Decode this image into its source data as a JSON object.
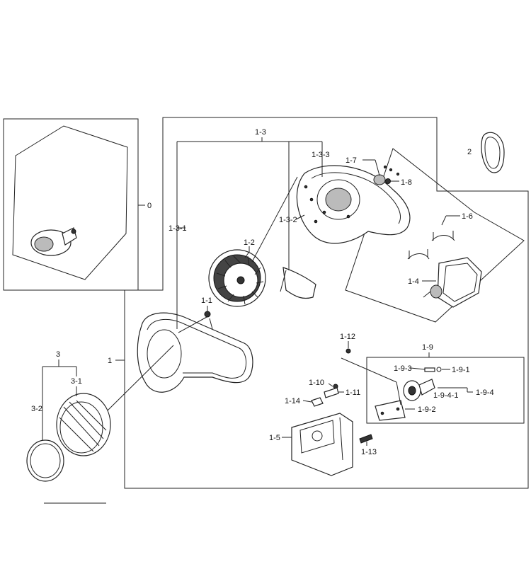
{
  "labels": {
    "p0": "0",
    "p1": "1",
    "p1_1": "1-1",
    "p1_2": "1-2",
    "p1_3": "1-3",
    "p1_3_1": "1-3-1",
    "p1_3_2": "1-3-2",
    "p1_3_3": "1-3-3",
    "p1_4": "1-4",
    "p1_5": "1-5",
    "p1_6": "1-6",
    "p1_7": "1-7",
    "p1_8": "1-8",
    "p1_9": "1-9",
    "p1_9_1": "1-9-1",
    "p1_9_2": "1-9-2",
    "p1_9_3": "1-9-3",
    "p1_9_4": "1-9-4",
    "p1_9_4_1": "1-9-4-1",
    "p1_10": "1-10",
    "p1_11": "1-11",
    "p1_12": "1-12",
    "p1_13": "1-13",
    "p1_14": "1-14",
    "p2": "2",
    "p3": "3",
    "p3_1": "3-1",
    "p3_2": "3-2"
  }
}
